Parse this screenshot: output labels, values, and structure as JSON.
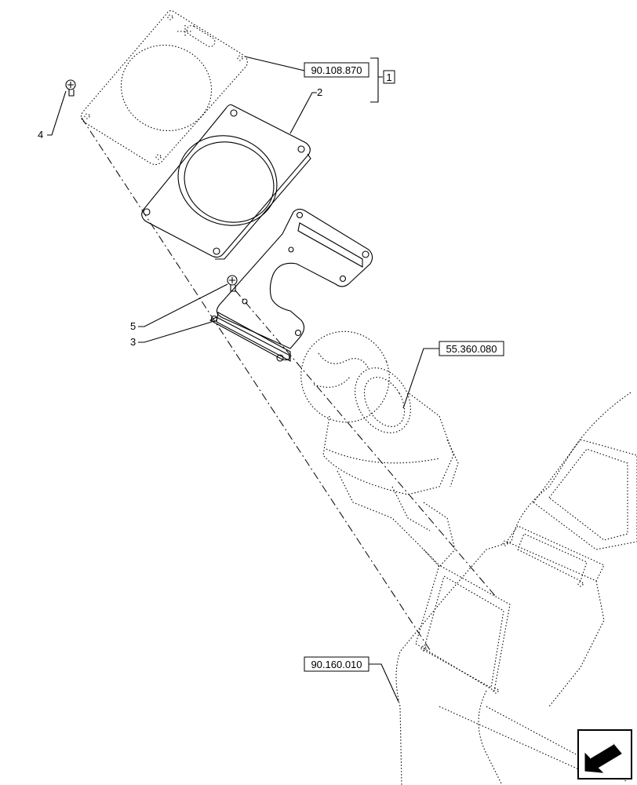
{
  "references": {
    "gasket_ref": "90.108.870",
    "group_ref": "1",
    "joystick_ref": "55.360.080",
    "console_ref": "90.160.010"
  },
  "callouts": {
    "plate": "2",
    "bracket": "3",
    "screw_top": "4",
    "screw_bracket": "5"
  },
  "icons": {
    "navigation": "arrow-icon"
  }
}
